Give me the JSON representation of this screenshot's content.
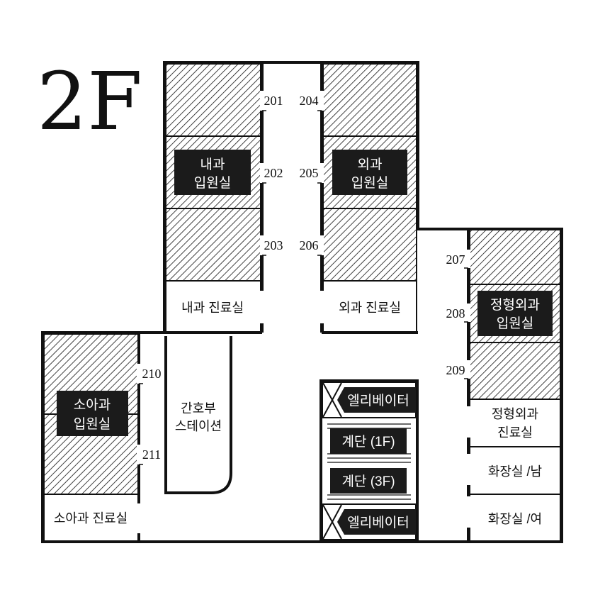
{
  "floor": "2F",
  "wards": {
    "internal": {
      "line1": "내과",
      "line2": "입원실"
    },
    "surgery": {
      "line1": "외과",
      "line2": "입원실"
    },
    "ortho": {
      "line1": "정형외과",
      "line2": "입원실"
    },
    "pediatric": {
      "line1": "소아과",
      "line2": "입원실"
    }
  },
  "room_numbers": [
    "201",
    "202",
    "203",
    "204",
    "205",
    "206",
    "207",
    "208",
    "209",
    "210",
    "211"
  ],
  "clinics": {
    "internal": "내과 진료실",
    "surgery": "외과 진료실",
    "ortho_line1": "정형외과",
    "ortho_line2": "진료실",
    "pediatric": "소아과 진료실"
  },
  "nurse_station": {
    "line1": "간호부",
    "line2": "스테이션"
  },
  "elevator_label": "엘리베이터",
  "stairs": {
    "up": "계단 (1F)",
    "down": "계단 (3F)"
  },
  "restrooms": {
    "men": "화장실 /남",
    "women": "화장실 /여"
  }
}
